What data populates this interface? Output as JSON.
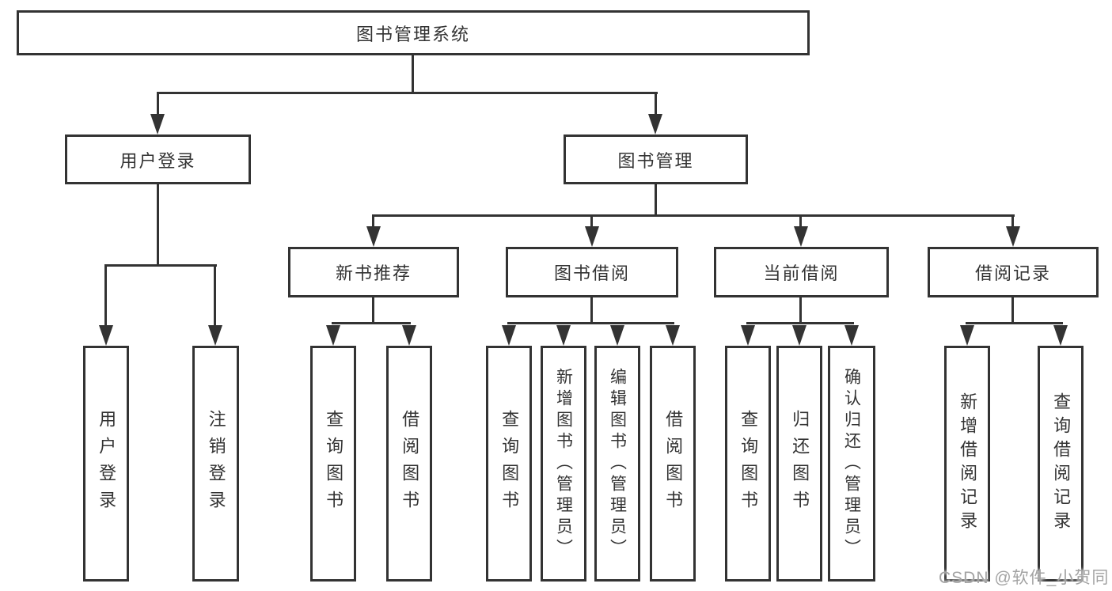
{
  "diagram": {
    "tree": {
      "label": "图书管理系统",
      "children": [
        {
          "label": "用户登录",
          "children": [
            {
              "label": "用户登录"
            },
            {
              "label": "注销登录"
            }
          ]
        },
        {
          "label": "图书管理",
          "children": [
            {
              "label": "新书推荐",
              "children": [
                {
                  "label": "查询图书"
                },
                {
                  "label": "借阅图书"
                }
              ]
            },
            {
              "label": "图书借阅",
              "children": [
                {
                  "label": "查询图书"
                },
                {
                  "label": "新增图书（管理员）"
                },
                {
                  "label": "编辑图书（管理员）"
                },
                {
                  "label": "借阅图书"
                }
              ]
            },
            {
              "label": "当前借阅",
              "children": [
                {
                  "label": "查询图书"
                },
                {
                  "label": "归还图书"
                },
                {
                  "label": "确认归还（管理员）"
                }
              ]
            },
            {
              "label": "借阅记录",
              "children": [
                {
                  "label": "新增借阅记录"
                },
                {
                  "label": "查询借阅记录"
                }
              ]
            }
          ]
        }
      ]
    },
    "watermark": "CSDN @软件_小贺同学",
    "colors": {
      "line": "#333333",
      "text": "#333333",
      "background": "#ffffff",
      "watermark": "#a3a3a3"
    }
  }
}
